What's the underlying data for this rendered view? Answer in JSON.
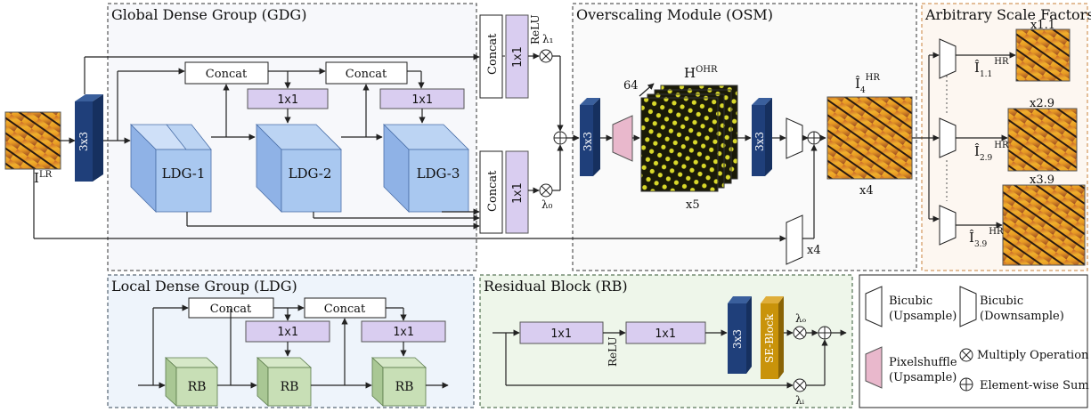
{
  "groups": {
    "gdg": "Global Dense Group (GDG)",
    "osm": "Overscaling Module (OSM)",
    "asf": "Arbitrary Scale Factors",
    "ldg": "Local Dense Group (LDG)",
    "rb": "Residual Block (RB)"
  },
  "colors": {
    "navy": "#1f3f7a",
    "lightblue": "#a9c8f0",
    "lavender": "#d9cdf0",
    "pink": "#e9b8cc",
    "green": "#c8dfb6",
    "gold": "#c9930a",
    "gdg_bg": "#f7f8fb",
    "ldg_bg": "#eef4fb",
    "rb_bg": "#eef6ea",
    "asf_bg": "#fdf7f1"
  },
  "labels": {
    "i_lr": "I",
    "i_lr_sup": "LR",
    "conv3x3": "3x3",
    "concat": "Concat",
    "conv1x1": "1x1",
    "ldg1": "LDG-1",
    "ldg2": "LDG-2",
    "ldg3": "LDG-3",
    "relu": "ReLU",
    "lambda1": "λ₁",
    "lambda0": "λ₀",
    "ch64": "64",
    "h_ohr": "H",
    "h_ohr_sup": "OHR",
    "x5": "x5",
    "i4_hr": "Î",
    "i4_sub": "4",
    "hr_sup": "HR",
    "x4a": "x4",
    "x4b": "x4",
    "rb": "RB",
    "se_block": "SE-Block",
    "lambda_o": "λₒ",
    "lambda_i": "λᵢ",
    "x11": "x1.1",
    "x29": "x2.9",
    "x39": "x3.9",
    "i11_sub": "1.1",
    "i29_sub": "2.9",
    "i39_sub": "3.9"
  },
  "legend": {
    "bicubic_up": [
      "Bicubic",
      "(Upsample)"
    ],
    "bicubic_down": [
      "Bicubic",
      "(Downsample)"
    ],
    "pixelshuffle": [
      "Pixelshuffle",
      "(Upsample)"
    ],
    "multiply": "Multiply Operation",
    "sum": "Element-wise Sum"
  }
}
